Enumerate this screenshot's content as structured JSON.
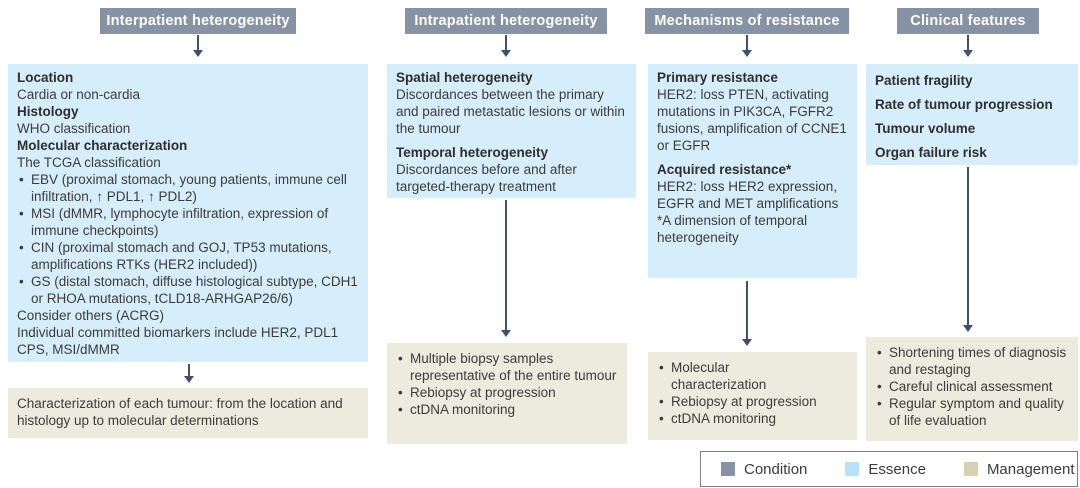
{
  "palette": {
    "condition_bg": "#8892a5",
    "essence_bg": "#d6edfb",
    "management_bg": "#edebde",
    "arrow": "#414f68",
    "header_text": "#ffffff",
    "body_text": "#3b3b3b"
  },
  "columns": [
    {
      "header": "Interpatient heterogeneity",
      "essence": {
        "lines": [
          {
            "text": "Location",
            "bold": true
          },
          {
            "text": "Cardia or non-cardia"
          },
          {
            "text": "Histology",
            "bold": true
          },
          {
            "text": "WHO classification"
          },
          {
            "text": "Molecular characterization",
            "bold": true
          },
          {
            "text": "The TCGA classification"
          },
          {
            "text": "EBV (proximal stomach, young patients, immune cell infiltration, ↑ PDL1, ↑ PDL2)",
            "bullet": true
          },
          {
            "text": "MSI (dMMR, lymphocyte infiltration, expression of immune checkpoints)",
            "bullet": true
          },
          {
            "text": "CIN (proximal stomach and GOJ, TP53 mutations, amplifications RTKs (HER2 included))",
            "bullet": true
          },
          {
            "text": "GS (distal stomach, diffuse histological subtype, CDH1 or RHOA mutations, tCLD18-ARHGAP26/6)",
            "bullet": true
          },
          {
            "text": "Consider others (ACRG)"
          },
          {
            "text": "Individual committed biomarkers include HER2, PDL1 CPS, MSI/dMMR"
          }
        ]
      },
      "management": {
        "lines": [
          {
            "text": "Characterization of each tumour: from the location and histology up to molecular determinations"
          }
        ]
      }
    },
    {
      "header": "Intrapatient heterogeneity",
      "essence": {
        "lines": [
          {
            "text": "Spatial heterogeneity",
            "bold": true
          },
          {
            "text": "Discordances between the primary and paired metastatic lesions or within the tumour"
          },
          {
            "text": "Temporal heterogeneity",
            "bold": true
          },
          {
            "text": "Discordances before and after targeted-therapy treatment"
          }
        ]
      },
      "management": {
        "lines": [
          {
            "text": "Multiple biopsy samples representative of the entire tumour",
            "bullet": true
          },
          {
            "text": "Rebiopsy at progression",
            "bullet": true
          },
          {
            "text": "ctDNA monitoring",
            "bullet": true
          }
        ]
      }
    },
    {
      "header": "Mechanisms of resistance",
      "essence": {
        "lines": [
          {
            "text": "Primary resistance",
            "bold": true
          },
          {
            "text": "HER2: loss PTEN, activating mutations in PIK3CA, FGFR2 fusions, amplification of CCNE1 or EGFR"
          },
          {
            "text": "Acquired resistance*",
            "bold": true
          },
          {
            "text": "HER2: loss HER2 expression, EGFR and MET amplifications\n*A dimension of temporal heterogeneity"
          }
        ]
      },
      "management": {
        "lines": [
          {
            "text": "Molecular\ncharacterization",
            "bullet": true
          },
          {
            "text": "Rebiopsy at progression",
            "bullet": true
          },
          {
            "text": "ctDNA monitoring",
            "bullet": true
          }
        ]
      }
    },
    {
      "header": "Clinical features",
      "essence": {
        "lines": [
          {
            "text": "Patient fragility",
            "bold": true
          },
          {
            "text": "Rate of tumour progression",
            "bold": true
          },
          {
            "text": "Tumour volume",
            "bold": true
          },
          {
            "text": "Organ failure risk",
            "bold": true
          }
        ]
      },
      "management": {
        "lines": [
          {
            "text": "Shortening times of diagnosis and restaging",
            "bullet": true
          },
          {
            "text": "Careful clinical assessment",
            "bullet": true
          },
          {
            "text": "Regular symptom and quality of life evaluation",
            "bullet": true
          }
        ]
      }
    }
  ],
  "legend": {
    "items": [
      {
        "label": "Condition",
        "color": "#8892a5"
      },
      {
        "label": "Essence",
        "color": "#b9e2f8"
      },
      {
        "label": "Management",
        "color": "#d6d1b3"
      }
    ]
  }
}
